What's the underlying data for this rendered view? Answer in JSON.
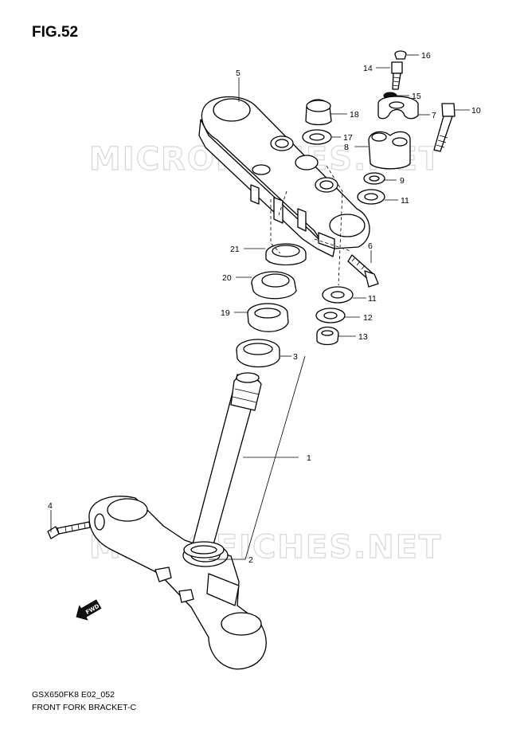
{
  "figure": {
    "title": "FIG.52"
  },
  "watermarks": [
    "MICROFICHES.NET",
    "MICROFICHES.NET"
  ],
  "fwd_mark": "FWD",
  "footer": {
    "model_code": "GSX650FK8 E02_052",
    "caption": "FRONT FORK BRACKET-C"
  },
  "callouts": [
    "1",
    "2",
    "3",
    "4",
    "5",
    "6",
    "7",
    "8",
    "9",
    "10",
    "11",
    "11",
    "12",
    "13",
    "14",
    "15",
    "16",
    "17",
    "18",
    "19",
    "20",
    "21"
  ]
}
